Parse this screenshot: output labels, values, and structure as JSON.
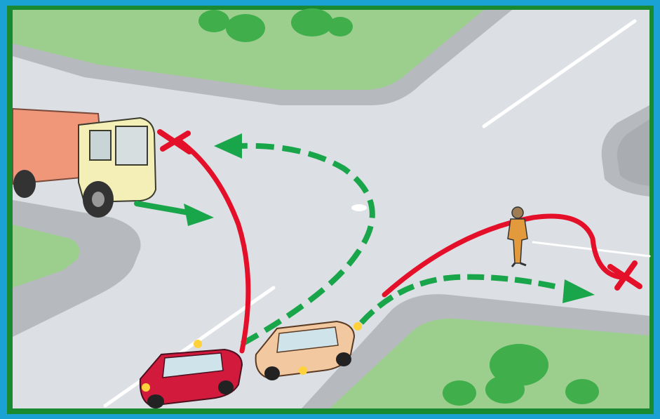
{
  "scene": {
    "colors": {
      "frame_blue": "#1aa2d4",
      "frame_green": "#1a8a32",
      "road": "#dcdfe3",
      "sidewalk": "#b6babe",
      "grass": "#9ccf8e",
      "tree": "#3fae4b",
      "red_path": "#e4102a",
      "green_path": "#19a54a",
      "truck_cab": "#f4efb6",
      "truck_bed": "#f0977a",
      "red_car": "#d11a3c",
      "tan_car": "#f2c8a0",
      "pedestrian": "#e39a3c"
    },
    "elements": [
      {
        "name": "dump-truck",
        "description_visible": true
      },
      {
        "name": "red-car",
        "description_visible": true
      },
      {
        "name": "tan-car",
        "description_visible": true
      },
      {
        "name": "pedestrian",
        "description_visible": true
      },
      {
        "name": "red-forbidden-path-left",
        "description_visible": true
      },
      {
        "name": "red-forbidden-path-right",
        "description_visible": true
      },
      {
        "name": "green-allowed-path-uturn",
        "description_visible": true
      },
      {
        "name": "green-allowed-path-right",
        "description_visible": true
      },
      {
        "name": "green-truck-arrow",
        "description_visible": true
      }
    ]
  }
}
